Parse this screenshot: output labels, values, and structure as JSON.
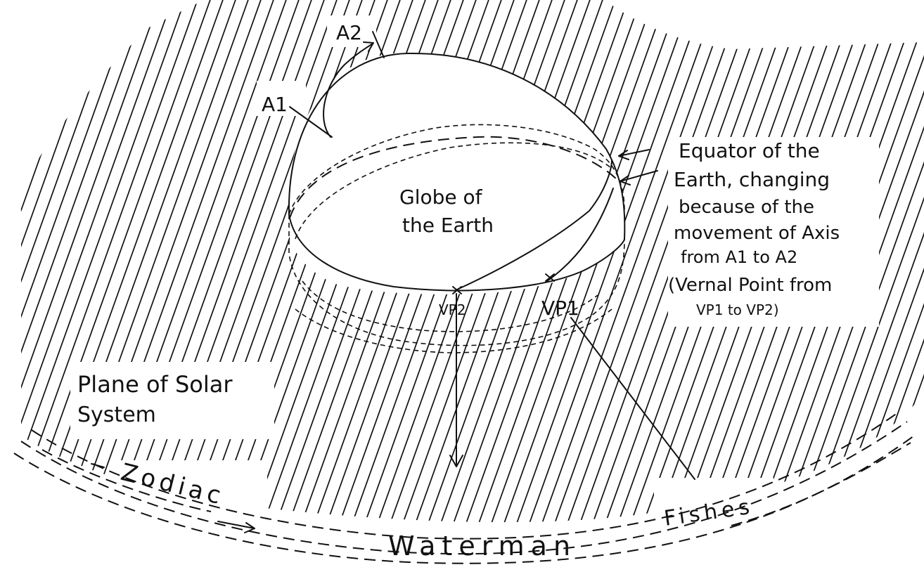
{
  "labels": {
    "a2": "A2",
    "a1": "A1",
    "globe_line1": "Globe of",
    "globe_line2": "the Earth",
    "equator_line1": "Equator of the",
    "equator_line2": "Earth, changing",
    "equator_line3": "because of the",
    "equator_line4": "movement of Axis",
    "equator_line5": "from A1 to A2",
    "equator_line6": "(Vernal Point from",
    "equator_line7": "VP1 to VP2)",
    "vp2": "VP2",
    "vp1": "VP1",
    "plane_line1": "Plane of Solar",
    "plane_line2": "System",
    "zodiac": "Zodiac",
    "waterman": "Waterman",
    "fishes": "Fishes"
  },
  "colors": {
    "ink": "#111111",
    "paper": "#ffffff"
  }
}
